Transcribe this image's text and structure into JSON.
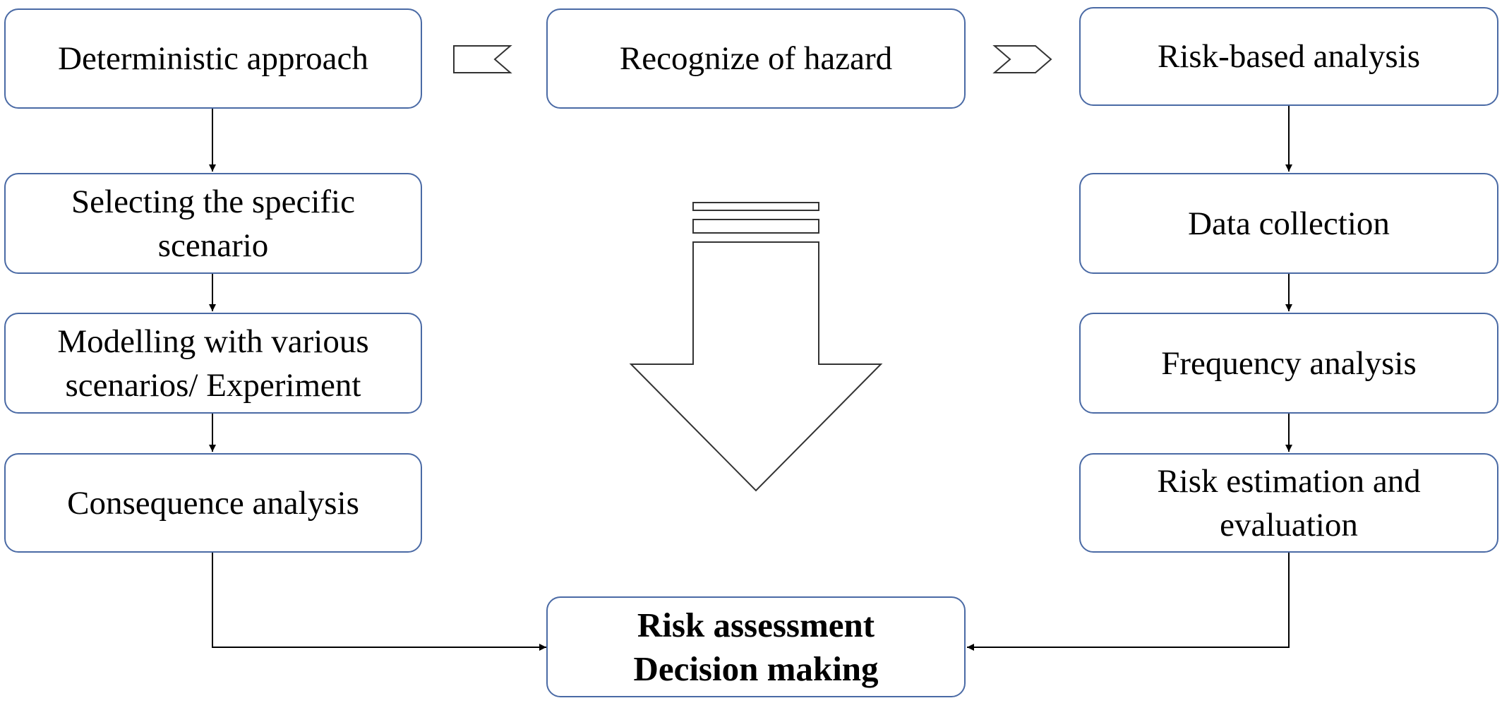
{
  "nodes": {
    "deterministic": {
      "lines": [
        "Deterministic approach"
      ]
    },
    "hazard": {
      "lines": [
        "Recognize of hazard"
      ]
    },
    "risk_based": {
      "lines": [
        "Risk-based analysis"
      ]
    },
    "selecting": {
      "lines": [
        "Selecting the specific",
        "scenario"
      ]
    },
    "modelling": {
      "lines": [
        "Modelling with various",
        "scenarios/ Experiment"
      ]
    },
    "consequence": {
      "lines": [
        "Consequence analysis"
      ]
    },
    "data_collection": {
      "lines": [
        "Data collection"
      ]
    },
    "frequency": {
      "lines": [
        "Frequency analysis"
      ]
    },
    "risk_estimation": {
      "lines": [
        "Risk estimation and",
        "evaluation"
      ]
    },
    "assessment": {
      "lines": [
        "Risk assessment",
        "Decision making"
      ]
    }
  },
  "edges": [
    {
      "from": "deterministic",
      "to": "selecting"
    },
    {
      "from": "selecting",
      "to": "modelling"
    },
    {
      "from": "modelling",
      "to": "consequence"
    },
    {
      "from": "consequence",
      "to": "assessment"
    },
    {
      "from": "risk_based",
      "to": "data_collection"
    },
    {
      "from": "data_collection",
      "to": "frequency"
    },
    {
      "from": "frequency",
      "to": "risk_estimation"
    },
    {
      "from": "risk_estimation",
      "to": "assessment"
    }
  ],
  "colors": {
    "box_border": "#4a6aa5",
    "line": "#000000",
    "shape_stroke": "#333333"
  }
}
